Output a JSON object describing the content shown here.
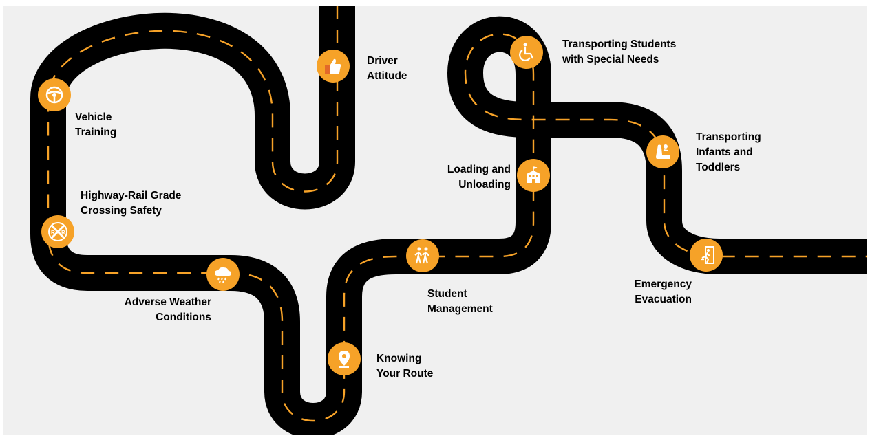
{
  "colors": {
    "background": "#f0f0f0",
    "road": "#000000",
    "marker": "#f6a228",
    "text": "#000000"
  },
  "milestones": [
    {
      "id": "driver-attitude",
      "icon": "thumbs-up-icon",
      "lines": [
        "Driver",
        "Attitude"
      ]
    },
    {
      "id": "vehicle-training",
      "icon": "steering-wheel-icon",
      "lines": [
        "Vehicle",
        "Training"
      ]
    },
    {
      "id": "highway-rail",
      "icon": "railroad-crossing-icon",
      "icon_text": "R",
      "lines": [
        "Highway-Rail Grade",
        "Crossing Safety"
      ]
    },
    {
      "id": "adverse-weather",
      "icon": "rain-cloud-icon",
      "lines": [
        "Adverse Weather",
        "Conditions"
      ]
    },
    {
      "id": "knowing-route",
      "icon": "location-pin-icon",
      "lines": [
        "Knowing",
        "Your Route"
      ]
    },
    {
      "id": "student-management",
      "icon": "students-walking-icon",
      "lines": [
        "Student",
        "Management"
      ]
    },
    {
      "id": "loading-unloading",
      "icon": "school-building-icon",
      "lines": [
        "Loading and",
        "Unloading"
      ]
    },
    {
      "id": "special-needs",
      "icon": "wheelchair-icon",
      "lines": [
        "Transporting Students",
        "with Special Needs"
      ]
    },
    {
      "id": "infants-toddlers",
      "icon": "child-car-seat-icon",
      "lines": [
        "Transporting",
        "Infants and",
        "Toddlers"
      ]
    },
    {
      "id": "emergency-evacuation",
      "icon": "emergency-exit-icon",
      "lines": [
        "Emergency",
        "Evacuation"
      ]
    }
  ]
}
